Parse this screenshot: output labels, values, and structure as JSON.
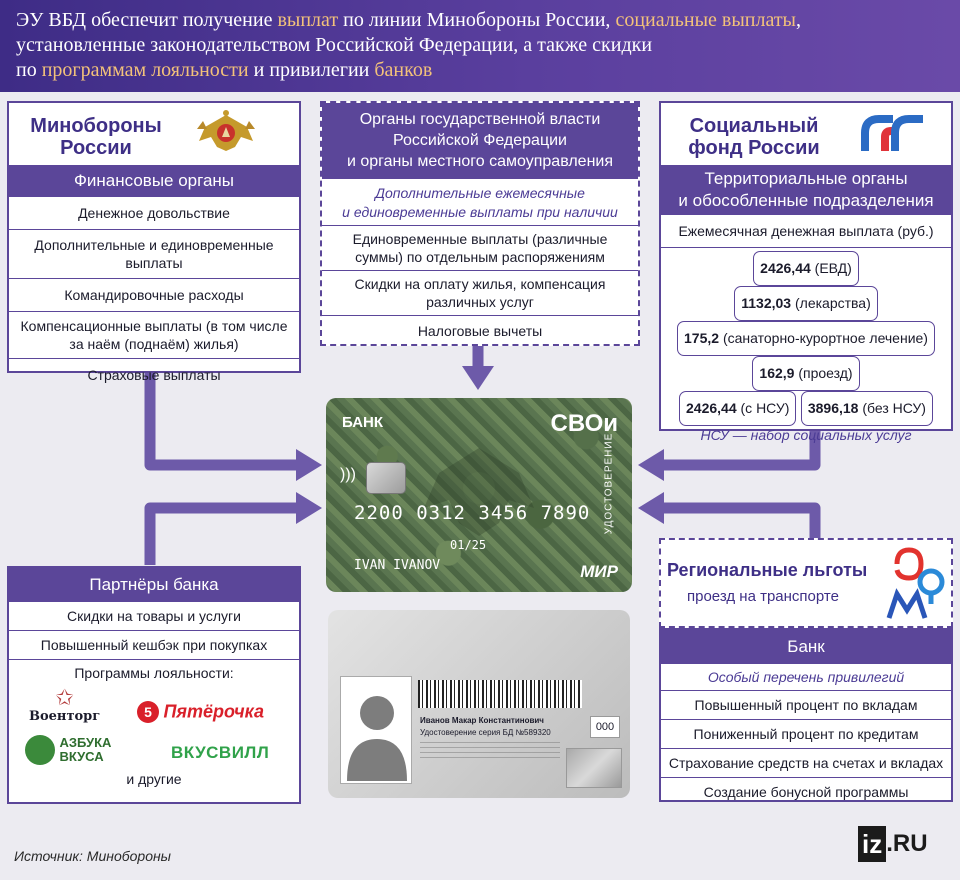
{
  "header": {
    "line1_a": "ЭУ ВБД обеспечит получение ",
    "line1_hl1": "выплат",
    "line1_b": " по линии Минобороны России, ",
    "line1_hl2": "социальные выплаты",
    "line1_c": ",",
    "line2": "установленные законодательством Российской Федерации, а также скидки",
    "line3_a": "по ",
    "line3_hl1": "программам лояльности",
    "line3_b": " и привилегии ",
    "line3_hl2": "банков"
  },
  "mod": {
    "title_line1": "Минобороны",
    "title_line2": "России",
    "bar": "Финансовые органы",
    "rows": [
      "Денежное довольствие",
      "Дополнительные и единовременные выплаты",
      "Командировочные расходы",
      "Компенсационные выплаты (в том числе за наём (поднаём) жилья)",
      "Страховые выплаты"
    ]
  },
  "gov": {
    "title_line1": "Органы государственной власти",
    "title_line2": "Российской Федерации",
    "title_line3": "и органы местного самоуправления",
    "note_line1": "Дополнительные ежемесячные",
    "note_line2": "и единовременные выплаты при наличии",
    "rows": [
      "Единовременные выплаты (различные суммы) по отдельным распоряжениям",
      "Скидки на оплату жилья, компенсация различных услуг",
      "Налоговые вычеты"
    ]
  },
  "sfr": {
    "title_line1": "Социальный",
    "title_line2": "фонд России",
    "bar_line1": "Территориальные органы",
    "bar_line2": "и обособленные подразделения",
    "subtitle": "Ежемесячная денежная выплата (руб.)",
    "p1_val": "2426,44",
    "p1_txt": " (ЕВД)",
    "p2_val": "1132,03",
    "p2_txt": " (лекарства)",
    "p3_val": "175,2",
    "p3_txt": " (санаторно-курортное лечение)",
    "p4_val": "162,9",
    "p4_txt": " (проезд)",
    "p5_val": "2426,44",
    "p5_txt": " (с НСУ)",
    "p6_val": "3896,18",
    "p6_txt": " (без НСУ)",
    "note": "НСУ — набор социальных услуг"
  },
  "card": {
    "bank": "БАНК",
    "brand": "СВОи",
    "number": "2200 0312 3456 7890",
    "expiry": "01/25",
    "holder": "IVAN IVANOV",
    "vertical": "УДОСТОВЕРЕНИЕ",
    "payment": "МИР",
    "back_name": "Иванов Макар Константинович",
    "back_id": "Удостоверение серия БД №589320",
    "back_cvv": "000"
  },
  "partners": {
    "bar": "Партнёры банка",
    "rows": [
      "Скидки на товары и услуги",
      "Повышенный кешбэк при покупках",
      "Программы лояльности:"
    ],
    "logos": [
      "Военторг",
      "Пятёрочка",
      "АЗБУКА ВКУСА",
      "ВКУСВИЛЛ"
    ],
    "others": "и другие"
  },
  "regional": {
    "title": "Региональные льготы",
    "subtitle": "проезд на транспорте"
  },
  "bank": {
    "bar": "Банк",
    "note": "Особый перечень привилегий",
    "rows": [
      "Повышенный процент по вкладам",
      "Пониженный процент по кредитам",
      "Страхование средств на счетах и вкладах",
      "Создание бонусной программы"
    ]
  },
  "footer": {
    "source": "Источник: Минобороны",
    "logo_iz": "iz",
    "logo_ru": ".RU"
  },
  "colors": {
    "accent": "#5b4699",
    "header": "#4a3492",
    "highlight": "#f3c27a"
  }
}
